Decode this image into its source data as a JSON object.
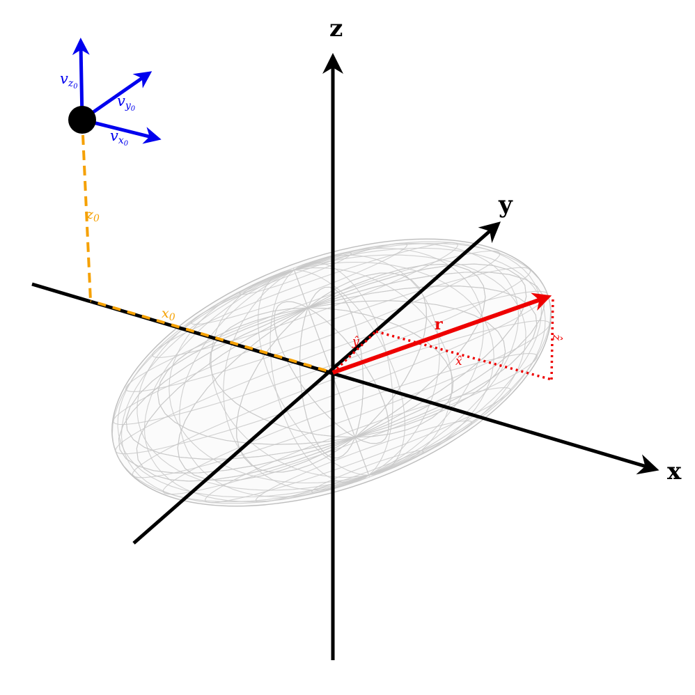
{
  "axes": {
    "x_label": "x",
    "y_label": "y",
    "z_label": "z"
  },
  "velocity": {
    "vx_label": "v",
    "vx_sub": "x",
    "vx_subsub": "0",
    "vy_label": "v",
    "vy_sub": "y",
    "vy_subsub": "0",
    "vz_label": "v",
    "vz_sub": "z",
    "vz_subsub": "0"
  },
  "offsets": {
    "z0_label": "z",
    "z0_sub": "0",
    "x0_label": "x",
    "x0_sub": "0"
  },
  "vector": {
    "r_label": "r",
    "x_hat": "x̂",
    "y_hat": "ŷ",
    "z_hat": "ẑ"
  },
  "colors": {
    "axis": "#000000",
    "velocity": "#0000ee",
    "offset": "#f5a000",
    "vector": "#ee0000",
    "ellipsoid": "#c8c8c8"
  }
}
